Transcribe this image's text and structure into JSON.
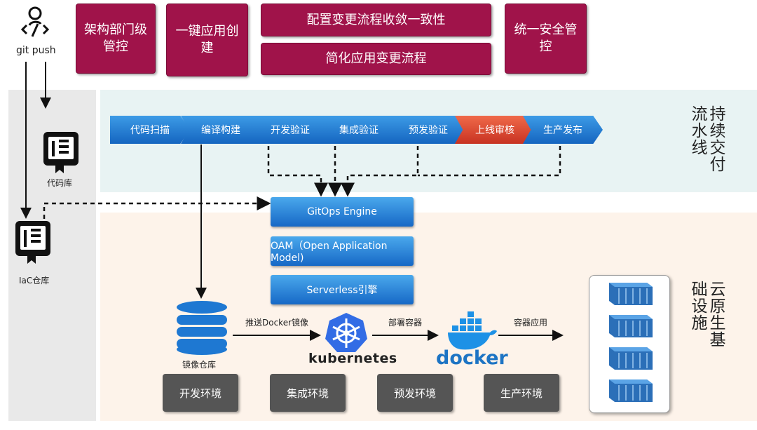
{
  "git_push": {
    "label": "git push",
    "icon": "developer-code-icon"
  },
  "repos": {
    "code": {
      "label": "代码库",
      "icon": "repository-icon"
    },
    "iac": {
      "label": "IaC仓库",
      "icon": "repository-icon"
    }
  },
  "top_boxes": {
    "arch": "架构部门级管控",
    "oneclick": "一键应用创建",
    "config": "配置变更流程收敛一致性",
    "simplify": "简化应用变更流程",
    "security": "统一安全管控"
  },
  "pipeline": {
    "title": "持续交付流水线",
    "steps": [
      "代码扫描",
      "编译构建",
      "开发验证",
      "集成验证",
      "预发验证",
      "上线审核",
      "生产发布"
    ],
    "highlight_color": "#d63a28"
  },
  "infra": {
    "title": "云原生基础设施",
    "engines": [
      "GitOps Engine",
      "OAM（Open Application Model)",
      "Serverless引擎"
    ],
    "image_repo": "镜像仓库",
    "push_label": "推送Docker镜像",
    "deploy_label": "部署容器",
    "app_label": "容器应用",
    "kubernetes": "kubernetes",
    "docker": "docker",
    "envs": [
      "开发环境",
      "集成环境",
      "预发环境",
      "生产环境"
    ]
  },
  "colors": {
    "accent": "#a0134a",
    "pipeline_bg": "#e8f3f3",
    "infra_bg": "#fdf3ea",
    "side_bg": "#e9e9e9",
    "blue": "#1e78d2"
  }
}
